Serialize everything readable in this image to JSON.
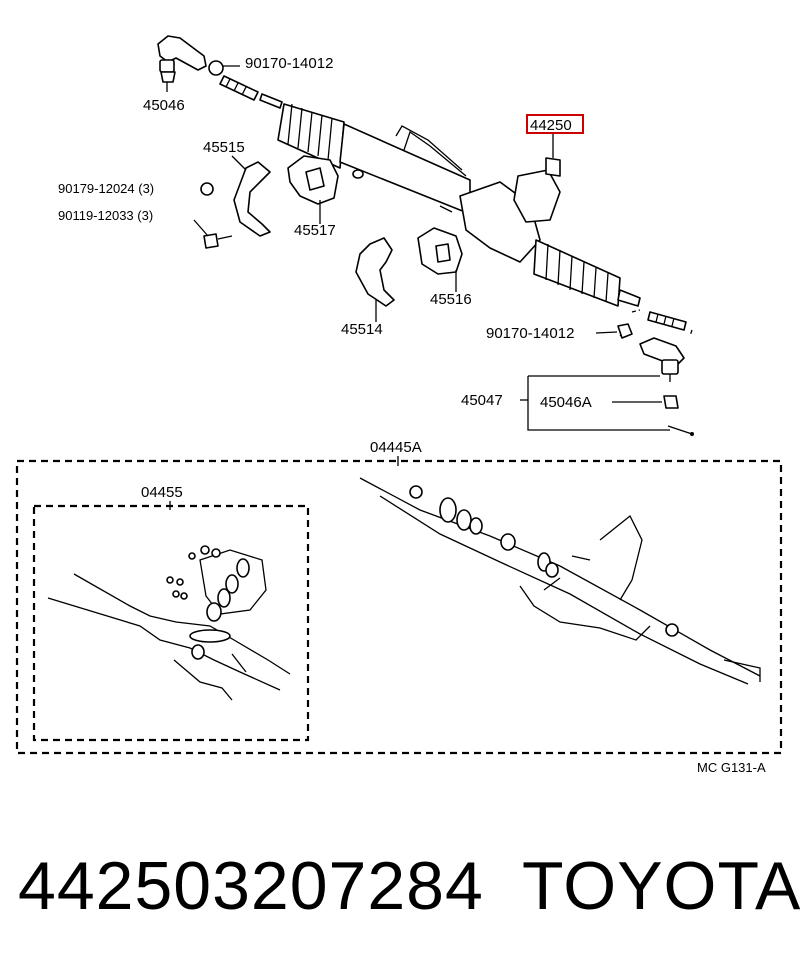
{
  "diagram": {
    "labels": {
      "tie_rod_end_left": "45046",
      "nut_top": "90170-14012",
      "gear_assy": "44250",
      "bracket": "45515",
      "bolt_1": "90179-12024 (3)",
      "bolt_2": "90119-12033 (3)",
      "grommet_left": "45517",
      "grommet_right": "45516",
      "bracket_lower": "45514",
      "nut_bottom": "90170-14012",
      "tie_rod_end_right_group": "45047",
      "tie_rod_end_right": "45046A",
      "gasket_kit_inner": "04455",
      "gasket_kit_outer": "04445A",
      "ref_code": "MC G131-A"
    },
    "highlight_color": "#cc0000"
  },
  "footer": {
    "part_number": "442503207284",
    "brand": "TOYOTA"
  }
}
